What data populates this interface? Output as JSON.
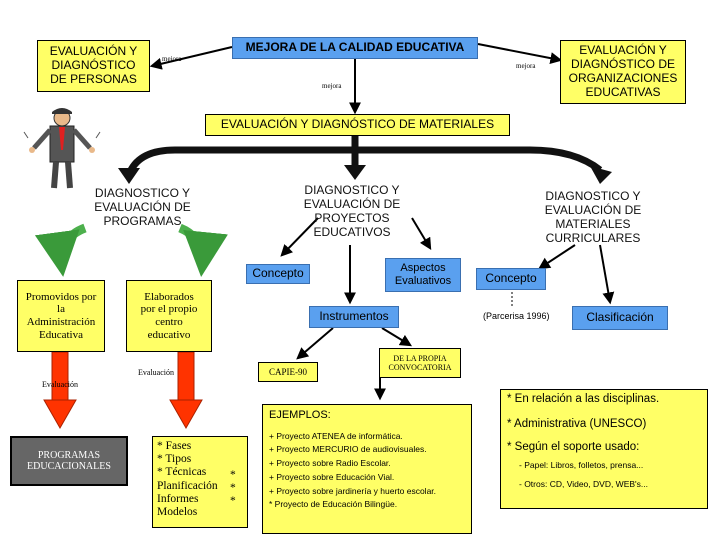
{
  "top": {
    "personas": "EVALUACIÓN Y\nDIAGNÓSTICO\nDE PERSONAS",
    "mejora": "MEJORA DE LA CALIDAD EDUCATIVA",
    "organizaciones": "EVALUACIÓN Y\nDIAGNÓSTICO DE\nORGANIZACIONES\nEDUCATIVAS",
    "materiales": "EVALUACIÓN Y DIAGNÓSTICO DE MATERIALES",
    "small_label": "mejora"
  },
  "branches": {
    "programas": "DIAGNOSTICO Y\nEVALUACIÓN DE\nPROGRAMAS",
    "proyectos": "DIAGNOSTICO Y\nEVALUACIÓN DE\nPROYECTOS\nEDUCATIVOS",
    "curriculares": "DIAGNOSTICO Y\nEVALUACIÓN DE\nMATERIALES\nCURRICULARES"
  },
  "programas": {
    "promovidos": "Promovidos por\nla\nAdministración\nEducativa",
    "elaborados": "Elaborados\npor el propio\ncentro\neducativo",
    "evaluacion_1": "Evaluación",
    "evaluacion_2": "Evaluación",
    "programas_box": "PROGRAMAS\nEDUCACIONALES",
    "list": "* Fases\n* Tipos\n* Técnicas\nPlanificación\nInformes\nModelos",
    "list_stars": "*\n*\n*"
  },
  "proyectos": {
    "concepto": "Concepto",
    "aspectos": "Aspectos\nEvaluativos",
    "instrumentos": "Instrumentos",
    "capie": "CAPIE-90",
    "propia": "DE LA PROPIA\nCONVOCATORIA",
    "ejemplos_title": "EJEMPLOS:",
    "ejemplos": [
      "+ Proyecto ATENEA de informática.",
      "+ Proyecto MERCURIO de audiovisuales.",
      "+ Proyecto sobre Radio Escolar.",
      "+ Proyecto sobre Educación Vial.",
      "+ Proyecto sobre jardinería y huerto escolar.",
      "* Proyecto de Educación Bilingüe."
    ]
  },
  "curriculares": {
    "concepto": "Concepto",
    "parcerisa": "(Parcerisa 1996)",
    "clasificacion": "Clasificación",
    "items": [
      "* En relación a las disciplinas.",
      "* Administrativa (UNESCO)",
      "* Según el soporte usado:"
    ],
    "subitems": [
      "- Papel: Libros, folletos, prensa...",
      "- Otros: CD, Video, DVD, WEB's..."
    ]
  }
}
